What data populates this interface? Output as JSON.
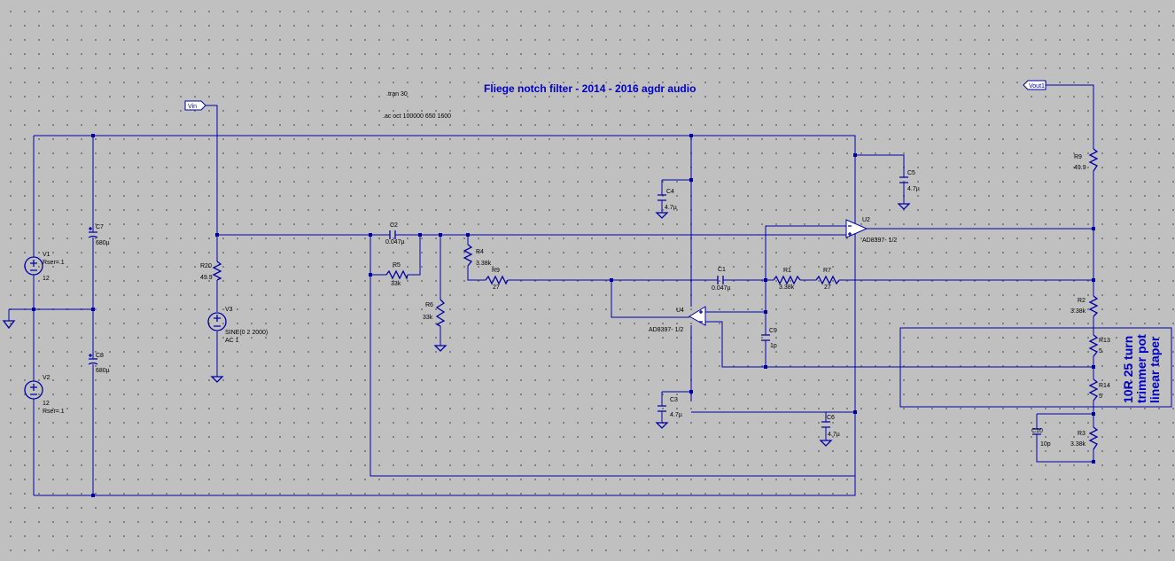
{
  "title": "Fliege notch filter - 2014 - 2016 agdr audio",
  "directives": {
    "tran": ".tran 30",
    "ac": ".ac oct 100000 650 1600"
  },
  "nets": {
    "vin": "Vin",
    "vout": "Vout1"
  },
  "components": {
    "v1": {
      "name": "V1",
      "rser": "Rser=.1",
      "value": "12"
    },
    "v2": {
      "name": "V2",
      "value": "12",
      "rser": "Rser=.1"
    },
    "v3": {
      "name": "V3",
      "value": "SINE(0 2 2000)",
      "ac": "AC 1"
    },
    "c7": {
      "name": "C7",
      "value": "680µ"
    },
    "c8": {
      "name": "C8",
      "value": "680µ"
    },
    "r20": {
      "name": "R20",
      "value": "49.9"
    },
    "c2": {
      "name": "C2",
      "value": "0.047µ"
    },
    "r5": {
      "name": "R5",
      "value": "33k"
    },
    "r6": {
      "name": "R6",
      "value": "33k"
    },
    "r4": {
      "name": "R4",
      "value": "3.38k"
    },
    "r9a": {
      "name": "R9",
      "value": "27"
    },
    "c1": {
      "name": "C1",
      "value": "0.047µ"
    },
    "r1": {
      "name": "R1",
      "value": "3.38k"
    },
    "r7": {
      "name": "R7",
      "value": "27"
    },
    "c4": {
      "name": "C4",
      "value": "4.7µ"
    },
    "c3": {
      "name": "C3",
      "value": "4.7µ"
    },
    "c5": {
      "name": "C5",
      "value": "4.7µ"
    },
    "c6": {
      "name": "C6",
      "value": "4.7µ"
    },
    "c9": {
      "name": "C9",
      "value": "1p"
    },
    "u2": {
      "name": "U2",
      "model": "AD8397- 1/2"
    },
    "u4": {
      "name": "U4",
      "model": "AD8397- 1/2"
    },
    "r9b": {
      "name": "R9",
      "value": "49.9"
    },
    "r2": {
      "name": "R2",
      "value": "3.38k"
    },
    "r13": {
      "name": "R13",
      "value": "5"
    },
    "r14": {
      "name": "R14",
      "value": "5"
    },
    "r3": {
      "name": "R3",
      "value": "3.38k"
    },
    "c10": {
      "name": "C10",
      "value": "10p"
    }
  },
  "annotation": {
    "lines": [
      "10R 25 turn",
      "trimmer pot",
      "linear taper"
    ]
  },
  "colors": {
    "background": "#c0c0c0",
    "wire": "#0000a8",
    "title": "#0000cc",
    "label": "#000000"
  }
}
